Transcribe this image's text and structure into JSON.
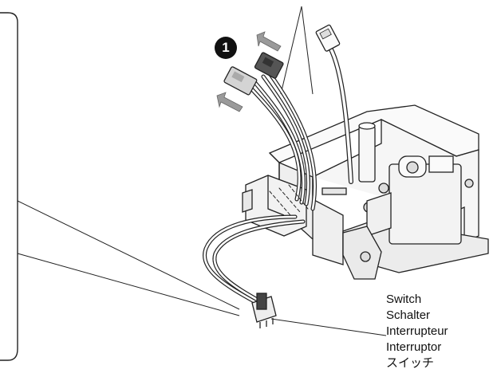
{
  "step_marker": "1",
  "switch_callout": {
    "labels": [
      "Switch",
      "Schalter",
      "Interrupteur",
      "Interruptor",
      "スイッチ"
    ]
  },
  "colors": {
    "line": "#222222",
    "connector_dark": "#555555",
    "connector_light": "#cfcfcf",
    "arrow": "#999999",
    "housing": "#f4f4f4"
  }
}
